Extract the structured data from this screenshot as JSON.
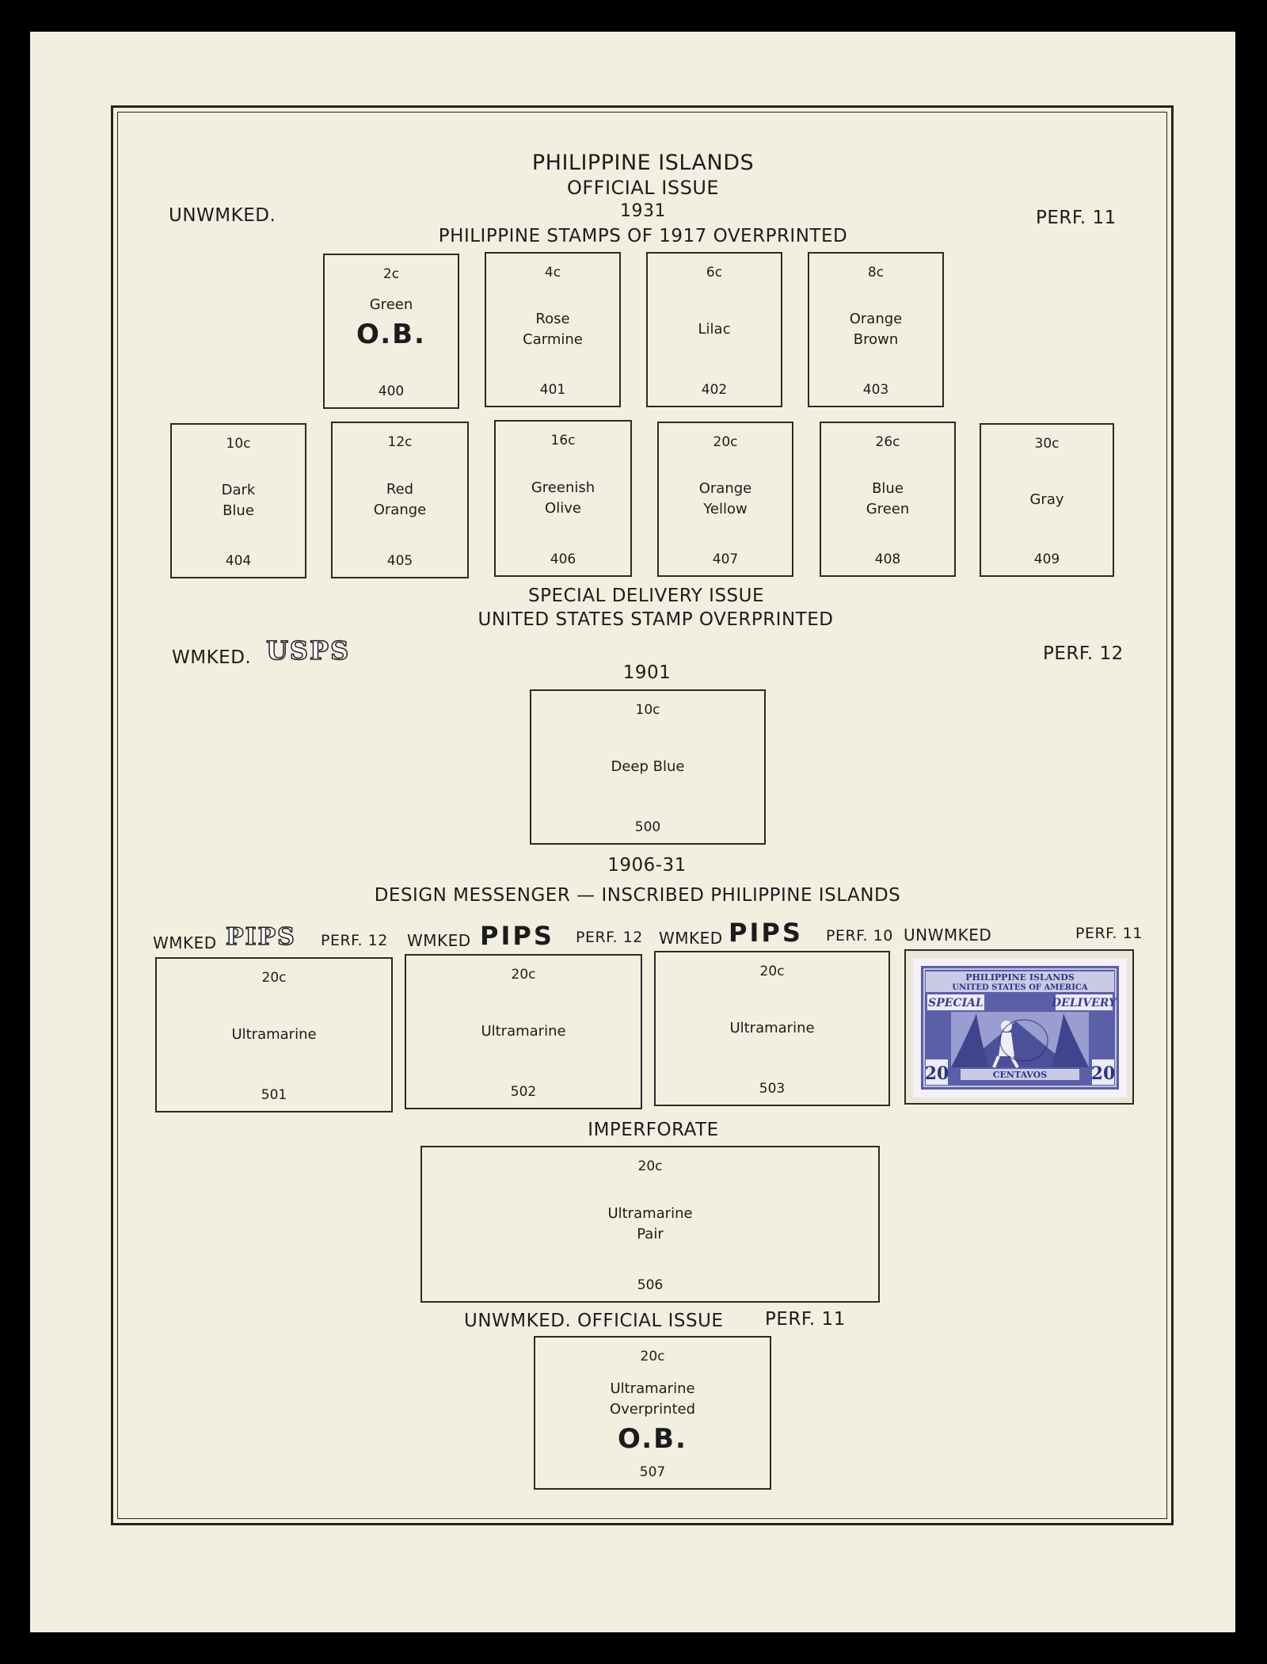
{
  "header": {
    "country": "PHILIPPINE ISLANDS",
    "issue": "OFFICIAL ISSUE",
    "year": "1931",
    "subtitle": "PHILIPPINE STAMPS OF 1917 OVERPRINTED",
    "watermark": "UNWMKED.",
    "perf": "PERF. 11"
  },
  "official_row1": [
    {
      "denom": "2c",
      "color": "Green",
      "overprint": "O.B.",
      "number": "400"
    },
    {
      "denom": "4c",
      "color": "Rose Carmine",
      "number": "401"
    },
    {
      "denom": "6c",
      "color": "Lilac",
      "number": "402"
    },
    {
      "denom": "8c",
      "color": "Orange Brown",
      "number": "403"
    }
  ],
  "official_row2": [
    {
      "denom": "10c",
      "color": "Dark Blue",
      "number": "404"
    },
    {
      "denom": "12c",
      "color": "Red Orange",
      "number": "405"
    },
    {
      "denom": "16c",
      "color": "Greenish Olive",
      "number": "406"
    },
    {
      "denom": "20c",
      "color": "Orange Yellow",
      "number": "407"
    },
    {
      "denom": "26c",
      "color": "Blue Green",
      "number": "408"
    },
    {
      "denom": "30c",
      "color": "Gray",
      "number": "409"
    }
  ],
  "special_delivery": {
    "title": "SPECIAL DELIVERY ISSUE",
    "subtitle": "UNITED STATES STAMP OVERPRINTED",
    "wmk_label": "WMKED.",
    "wmk_mark": "USPS",
    "perf": "PERF. 12",
    "year": "1901",
    "stamp": {
      "denom": "10c",
      "color": "Deep Blue",
      "number": "500"
    }
  },
  "messenger": {
    "year": "1906-31",
    "title": "DESIGN MESSENGER — INSCRIBED PHILIPPINE ISLANDS",
    "groups": [
      {
        "wmk_label": "WMKED",
        "wmk_mark": "PIPS",
        "perf": "PERF. 12",
        "denom": "20c",
        "color": "Ultramarine",
        "number": "501"
      },
      {
        "wmk_label": "WMKED",
        "wmk_mark": "PIPS",
        "perf": "PERF. 12",
        "denom": "20c",
        "color": "Ultramarine",
        "number": "502"
      },
      {
        "wmk_label": "WMKED",
        "wmk_mark": "PIPS",
        "perf": "PERF. 10",
        "denom": "20c",
        "color": "Ultramarine",
        "number": "503"
      },
      {
        "wmk_label": "UNWMKED",
        "perf": "PERF. 11"
      }
    ],
    "mounted_stamp": {
      "top_line1": "PHILIPPINE ISLANDS",
      "top_line2": "UNITED STATES OF AMERICA",
      "left_label": "SPECIAL",
      "right_label": "DELIVERY",
      "value": "20",
      "bottom": "CENTAVOS",
      "ink_color": "#5a5fa8"
    }
  },
  "imperforate": {
    "title": "IMPERFORATE",
    "stamp": {
      "denom": "20c",
      "color_line1": "Ultramarine",
      "color_line2": "Pair",
      "number": "506"
    }
  },
  "official_footer": {
    "title": "UNWMKED. OFFICIAL ISSUE",
    "perf": "PERF. 11",
    "stamp": {
      "denom": "20c",
      "color_line1": "Ultramarine",
      "color_line2": "Overprinted",
      "overprint": "O.B.",
      "number": "507"
    }
  }
}
